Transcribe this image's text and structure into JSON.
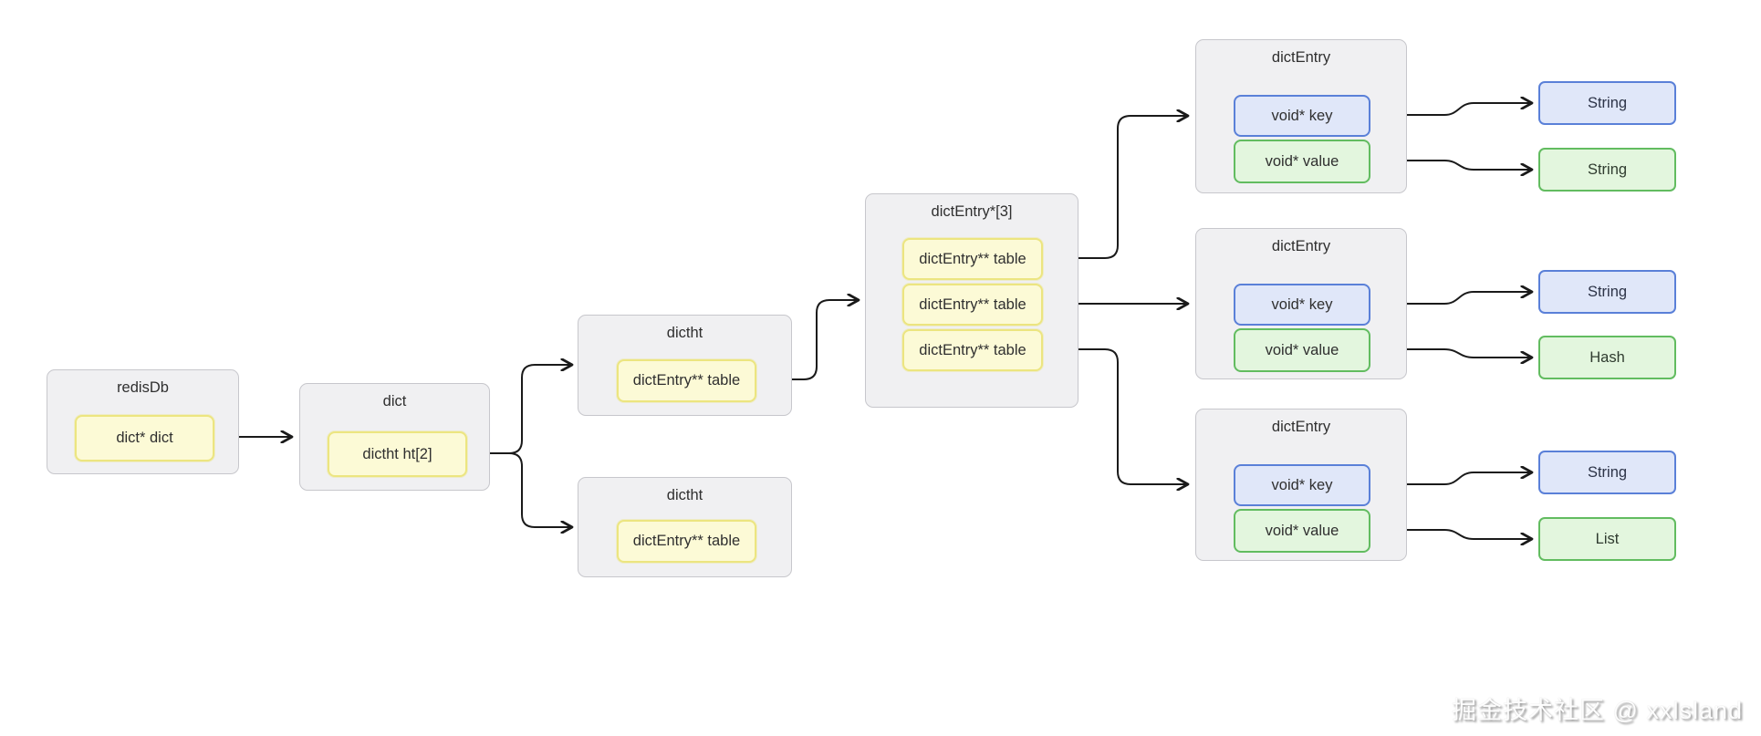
{
  "watermark": {
    "text": "掘金技术社区 @ xxlsland"
  },
  "colors": {
    "background": "#FFFFFF",
    "container_fill": "#F0F0F2",
    "container_border": "#C7C7CC",
    "yellow_fill": "#FCFAD6",
    "yellow_border": "#ECE580",
    "blue_fill": "#E0E7F9",
    "blue_border": "#5A80D8",
    "green_fill": "#E3F6DE",
    "green_border": "#62BC60",
    "arrow": "#1A1A1A",
    "text": "#2F2F2F"
  },
  "diagram": {
    "redisdb": {
      "title": "redisDb",
      "field": "dict* dict"
    },
    "dict": {
      "title": "dict",
      "field": "dictht ht[2]"
    },
    "dictht_top": {
      "title": "dictht",
      "field": "dictEntry** table"
    },
    "dictht_bottom": {
      "title": "dictht",
      "field": "dictEntry** table"
    },
    "entry_array": {
      "title": "dictEntry*[3]",
      "slots": [
        "dictEntry** table",
        "dictEntry** table",
        "dictEntry** table"
      ]
    },
    "entries": [
      {
        "title": "dictEntry",
        "key": "void* key",
        "value": "void* value",
        "key_type": "String",
        "value_type": "String"
      },
      {
        "title": "dictEntry",
        "key": "void* key",
        "value": "void* value",
        "key_type": "String",
        "value_type": "Hash"
      },
      {
        "title": "dictEntry",
        "key": "void* key",
        "value": "void* value",
        "key_type": "String",
        "value_type": "List"
      }
    ]
  }
}
